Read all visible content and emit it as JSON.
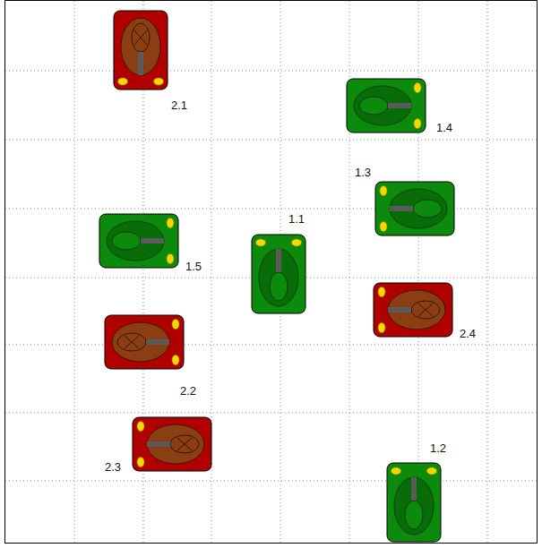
{
  "diagram": {
    "labels": [
      "2.1",
      "1.4",
      "1.3",
      "1.1",
      "1.5",
      "2.4",
      "2.2",
      "2.3",
      "1.2"
    ]
  }
}
